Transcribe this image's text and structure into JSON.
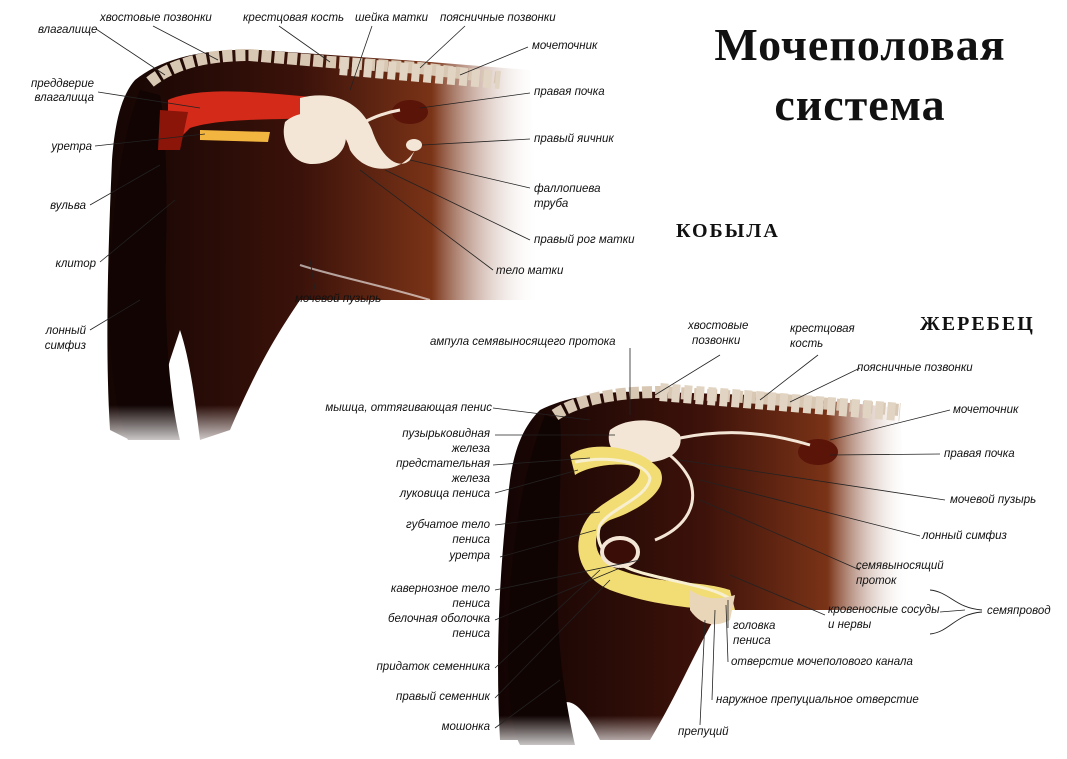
{
  "title": {
    "line1": "Мочеполовая",
    "line2": "система"
  },
  "mare": {
    "heading": "КОБЫЛА",
    "labels": {
      "vagina": "влагалище",
      "tail_vertebrae": "хвостовые позвонки",
      "sacrum": "крестцовая кость",
      "cervix": "шейка матки",
      "lumbar_vertebrae": "поясничные позвонки",
      "ureter": "мочеточник",
      "vestibule_1": "преддверие",
      "vestibule_2": "влагалища",
      "right_kidney": "правая почка",
      "urethra": "уретра",
      "right_ovary": "правый яичник",
      "vulva": "вульва",
      "fallopian_1": "фаллопиева",
      "fallopian_2": "труба",
      "right_uterine_horn": "правый рог матки",
      "clitoris": "клитор",
      "uterine_body": "тело матки",
      "bladder": "мочевой пузырь",
      "symphysis_1": "лонный",
      "symphysis_2": "симфиз"
    }
  },
  "stallion": {
    "heading": "ЖЕРЕБЕЦ",
    "labels": {
      "ampulla": "ампула семявыносящего протока",
      "tail_vert_1": "хвостовые",
      "tail_vert_2": "позвонки",
      "sacrum_1": "крестцовая",
      "sacrum_2": "кость",
      "lumbar": "поясничные позвонки",
      "retractor": "мышца, оттягивающая пенис",
      "ureter": "мочеточник",
      "vesicular_1": "пузырьковидная",
      "vesicular_2": "железа",
      "prostate_1": "предстательная",
      "prostate_2": "железа",
      "right_kidney": "правая почка",
      "bulb": "луковица пениса",
      "bladder": "мочевой пузырь",
      "spongy_1": "губчатое тело",
      "spongy_2": "пениса",
      "symphysis": "лонный симфиз",
      "urethra": "уретра",
      "vas_1": "семявыносящий",
      "vas_2": "проток",
      "cavernous_1": "кавернозное тело",
      "cavernous_2": "пениса",
      "vessels_1": "кровеносные сосуды",
      "vessels_2": "и нервы",
      "spermatic_cord": "семяпровод",
      "albuginea_1": "белочная оболочка",
      "albuginea_2": "пениса",
      "glans_1": "головка",
      "glans_2": "пениса",
      "epididymis": "придаток семенника",
      "urethral_opening": "отверстие мочеполового канала",
      "right_testis": "правый семенник",
      "preputial_opening": "наружное препуциальное отверстие",
      "scrotum": "мошонка",
      "prepuce": "препуций"
    }
  },
  "colors": {
    "body_dark": "#1f0a06",
    "body_brown": "#6b2a14",
    "fade": "#ffffff",
    "spine": "#d8c7b2",
    "uterus_red": "#d42a1a",
    "organ_pale": "#f4e6d6",
    "gland_yellow": "#f2dd74"
  }
}
